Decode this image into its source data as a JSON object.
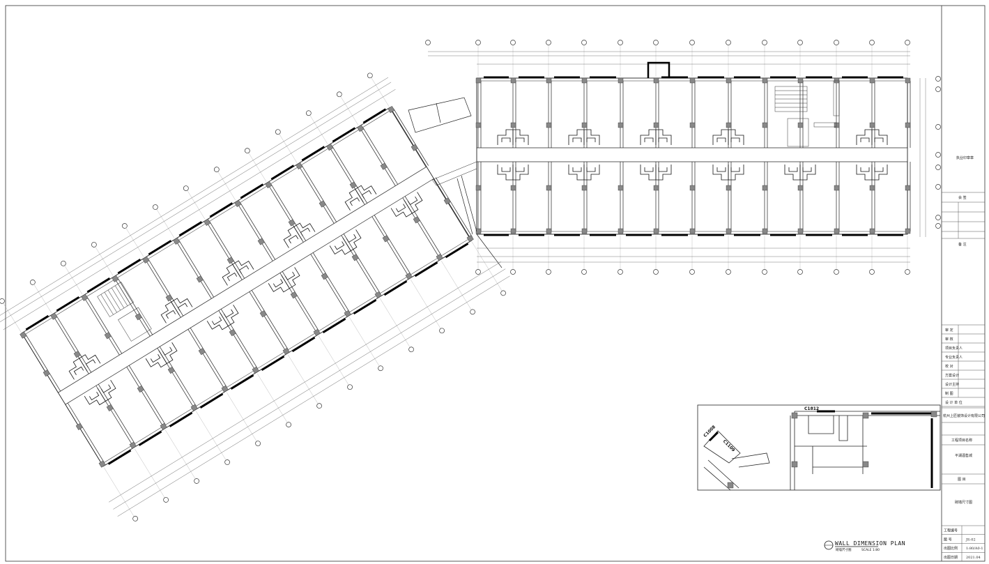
{
  "title_block": {
    "revision_label": "执业印章章",
    "meeting_label": "会 签",
    "remarks_label": "备 注",
    "approval_rows": [
      "审 定",
      "审 核",
      "项目负责人",
      "专业负责人",
      "校 对",
      "方案设计",
      "设计主持",
      "制 图",
      "设 计 单 位"
    ],
    "company": "杭州上匠装饰设计有限公司",
    "project_label": "工程项目名称",
    "project_name": "平湖酒售城",
    "drawing_label": "图 目",
    "drawing_name": "砌墙尺寸图",
    "info_rows": [
      {
        "label": "工程编号",
        "value": ""
      },
      {
        "label": "图 号",
        "value": "JS-02"
      },
      {
        "label": "出图比例",
        "value": "1:80/A0-1"
      },
      {
        "label": "出图日期",
        "value": "2021.04"
      }
    ]
  },
  "caption": {
    "main": "WALL DIMENSION PLAN",
    "sub": "砌墙尺寸图",
    "scale": "SCALE 1:80"
  },
  "detail_tags": [
    "C1812",
    "C1008",
    "C1109"
  ]
}
